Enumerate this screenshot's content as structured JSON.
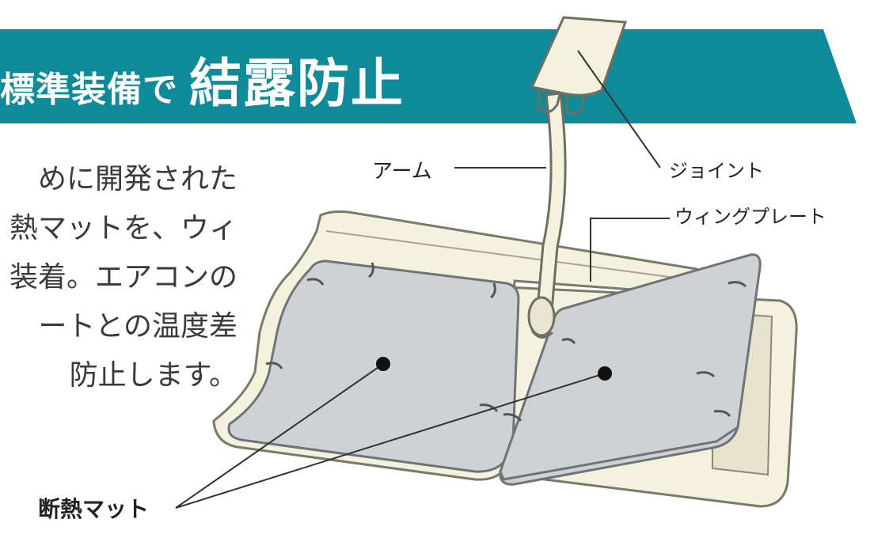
{
  "banner": {
    "title_prefix": "標準装備で",
    "title_main": "結露防止",
    "color": "#0e8a99"
  },
  "body_text": {
    "lines": [
      "めに開発された",
      "熱マットを、ウィ",
      "装着。エアコンの",
      "ートとの温度差",
      "防止します。"
    ]
  },
  "labels": {
    "arm": "アーム",
    "joint": "ジョイント",
    "wing_plate": "ウィングプレート",
    "insulation_mat": "断熱マット"
  },
  "colors": {
    "tray": "#f4f1df",
    "tray_edge": "#7a7a6a",
    "mat": "#cfd2d4",
    "mat_edge": "#6f7478",
    "line": "#333333"
  }
}
